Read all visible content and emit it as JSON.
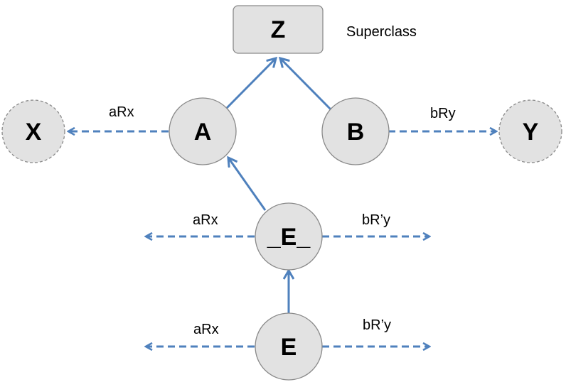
{
  "nodes": {
    "z": "Z",
    "a": "A",
    "b": "B",
    "x": "X",
    "y": "Y",
    "e_mid": "_E_",
    "e": "E"
  },
  "annotations": {
    "superclass": "Superclass"
  },
  "edge_labels": {
    "a_to_x": "aRx",
    "b_to_y": "bRy",
    "e_mid_left": "aRx",
    "e_mid_right": "bR’y",
    "e_left": "aRx",
    "e_right": "bR’y"
  },
  "colors": {
    "edge": "#4f81bd",
    "node_fill": "#e2e2e2",
    "node_stroke": "#8a8a8a"
  }
}
